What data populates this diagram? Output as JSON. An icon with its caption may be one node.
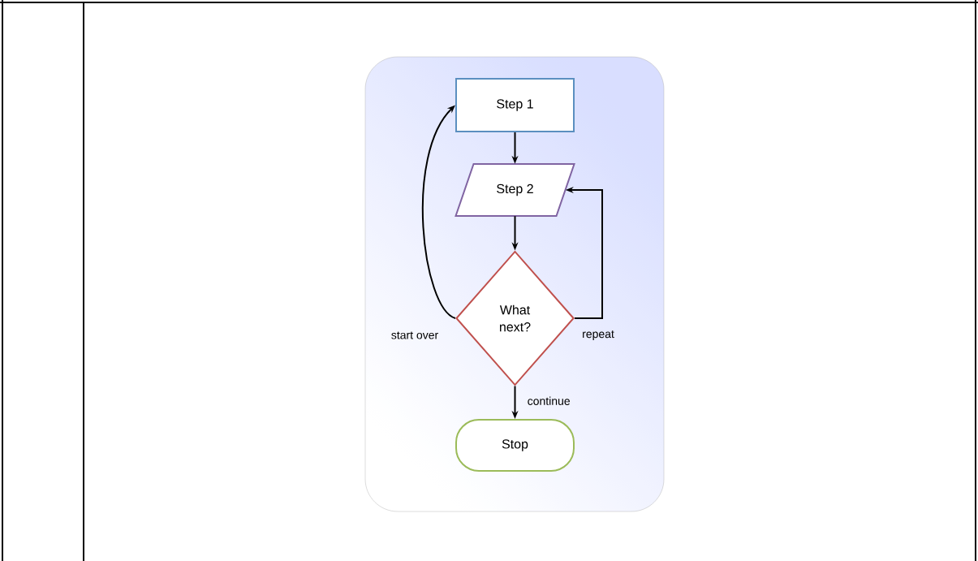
{
  "diagram": {
    "nodes": [
      {
        "text": [
          "Step 1"
        ]
      },
      {
        "text": [
          "Step 2"
        ]
      },
      {
        "text": [
          "What next?"
        ]
      },
      {
        "text": [
          "Stop"
        ]
      }
    ],
    "edges": [
      {
        "from": 0,
        "to": 1,
        "arrow": "to"
      },
      {
        "from": 1,
        "to": 2,
        "arrow": "to"
      },
      {
        "from": 2,
        "to": 0,
        "arrow": "to",
        "label": "start over"
      },
      {
        "from": 2,
        "to": 1,
        "arrow": "to",
        "label": "repeat"
      },
      {
        "from": 2,
        "to": 3,
        "arrow": "to",
        "label": "continue"
      }
    ]
  }
}
